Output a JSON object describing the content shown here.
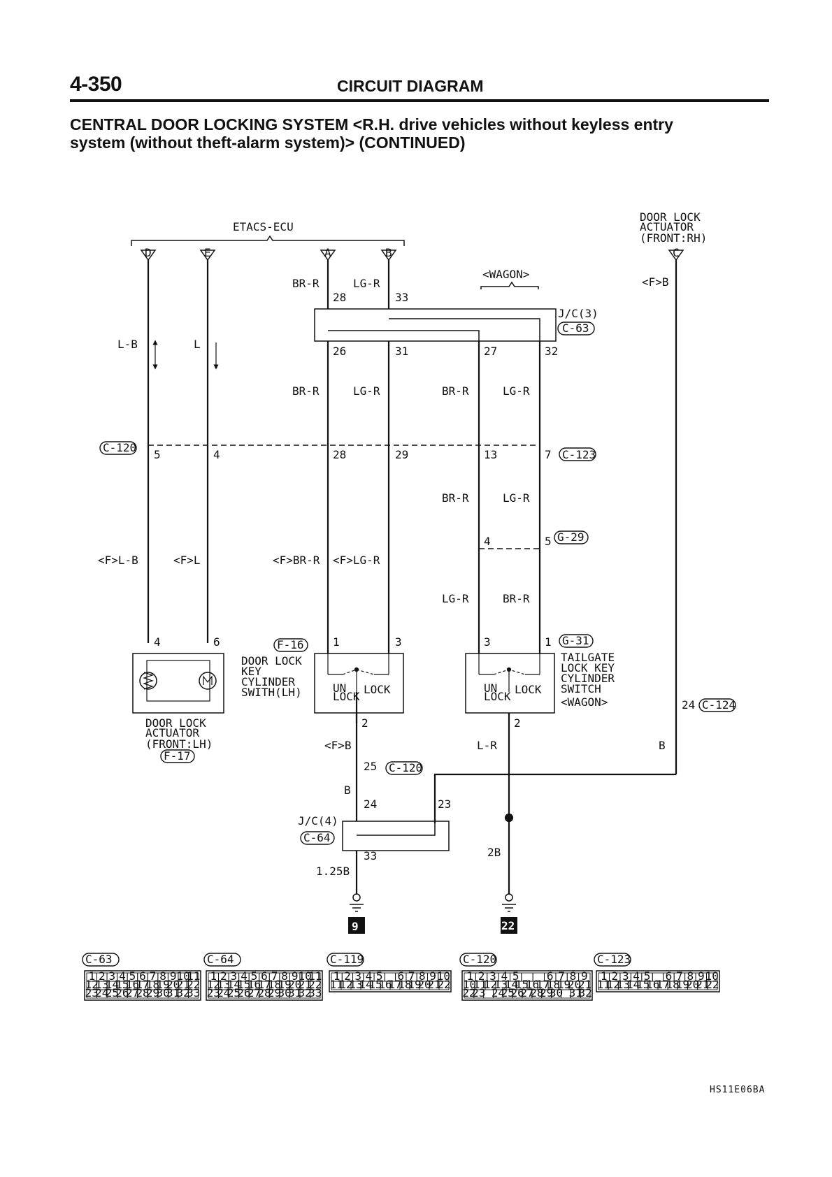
{
  "header": {
    "page_number": "4-350",
    "section": "CIRCUIT DIAGRAM",
    "title_line1": "CENTRAL DOOR LOCKING SYSTEM <R.H. drive vehicles without keyless entry",
    "title_line2": "system (without theft-alarm system)> (CONTINUED)"
  },
  "figure_id": "HS11E06BA",
  "components": {
    "etacs": "ETACS-ECU",
    "etacs_terminals": [
      "D",
      "E",
      "A",
      "B"
    ],
    "door_lock_actuator_rh": [
      "DOOR LOCK",
      "ACTUATOR",
      "(FRONT:RH)"
    ],
    "door_lock_actuator_rh_terminal": "C",
    "wagon": "<WAGON>",
    "jc3": "J/C(3)",
    "jc4": "J/C(4)",
    "door_lock_actuator_lh": [
      "DOOR LOCK",
      "ACTUATOR",
      "(FRONT:LH)"
    ],
    "door_lock_key_cyl": [
      "DOOR LOCK",
      "KEY",
      "CYLINDER",
      "SWITH(LH)"
    ],
    "tailgate_switch": [
      "TAILGATE",
      "LOCK KEY",
      "CYLINDER",
      "SWITCH",
      "<WAGON>"
    ],
    "switch_un": "UN",
    "switch_lock": "LOCK"
  },
  "connectors": {
    "c63": "C-63",
    "c64": "C-64",
    "c119": "C-119",
    "c120": "C-120",
    "c123": "C-123",
    "c124": "C-124",
    "g29": "G-29",
    "g31": "G-31",
    "f16": "F-16",
    "f17": "F-17"
  },
  "wires": {
    "lb": "L-B",
    "l": "L",
    "brr": "BR-R",
    "lgr": "LG-R",
    "f_lb": "<F>L-B",
    "f_l": "<F>L",
    "f_brr": "<F>BR-R",
    "f_lgr": "<F>LG-R",
    "f_b": "<F>B",
    "b": "B",
    "lr": "L-R",
    "w2b": "2B",
    "w125b": "1.25B"
  },
  "pins": {
    "p28": "28",
    "p33": "33",
    "p26": "26",
    "p31": "31",
    "p27": "27",
    "p32": "32",
    "p5": "5",
    "p4": "4",
    "p29": "29",
    "p13": "13",
    "p7": "7",
    "p6": "6",
    "p1": "1",
    "p3": "3",
    "p2": "2",
    "p25": "25",
    "p24": "24",
    "p23": "23"
  },
  "grounds": [
    "9",
    "22"
  ],
  "connector_pinouts": [
    {
      "name": "C-63",
      "rows": [
        [
          "1",
          "2",
          "3",
          "4",
          "5",
          "6",
          "7",
          "8",
          "9",
          "10",
          "11"
        ],
        [
          "12",
          "13",
          "14",
          "15",
          "16",
          "17",
          "18",
          "19",
          "20",
          "21",
          "22"
        ],
        [
          "23",
          "24",
          "25",
          "26",
          "27",
          "28",
          "29",
          "30",
          "31",
          "32",
          "33"
        ]
      ]
    },
    {
      "name": "C-64",
      "rows": [
        [
          "1",
          "2",
          "3",
          "4",
          "5",
          "6",
          "7",
          "8",
          "9",
          "10",
          "11"
        ],
        [
          "12",
          "13",
          "14",
          "15",
          "16",
          "17",
          "18",
          "19",
          "20",
          "21",
          "22"
        ],
        [
          "23",
          "24",
          "25",
          "26",
          "27",
          "28",
          "29",
          "30",
          "31",
          "32",
          "33"
        ]
      ]
    },
    {
      "name": "C-119",
      "rows": [
        [
          "1",
          "2",
          "3",
          "4",
          "5",
          "",
          "6",
          "7",
          "8",
          "9",
          "10"
        ],
        [
          "11",
          "12",
          "13",
          "14",
          "15",
          "16",
          "17",
          "18",
          "19",
          "20",
          "21",
          "22"
        ]
      ]
    },
    {
      "name": "C-120",
      "rows": [
        [
          "1",
          "2",
          "3",
          "4",
          "5",
          "",
          "",
          "6",
          "7",
          "8",
          "9"
        ],
        [
          "10",
          "11",
          "12",
          "13",
          "14",
          "15",
          "16",
          "17",
          "18",
          "19",
          "20",
          "21"
        ],
        [
          "22",
          "23",
          "",
          "24",
          "25",
          "26",
          "27",
          "28",
          "29",
          "30",
          "",
          "31",
          "32"
        ]
      ]
    },
    {
      "name": "C-123",
      "rows": [
        [
          "1",
          "2",
          "3",
          "4",
          "5",
          "",
          "6",
          "7",
          "8",
          "9",
          "10"
        ],
        [
          "11",
          "12",
          "13",
          "14",
          "15",
          "16",
          "17",
          "18",
          "19",
          "20",
          "21",
          "22"
        ]
      ]
    }
  ]
}
